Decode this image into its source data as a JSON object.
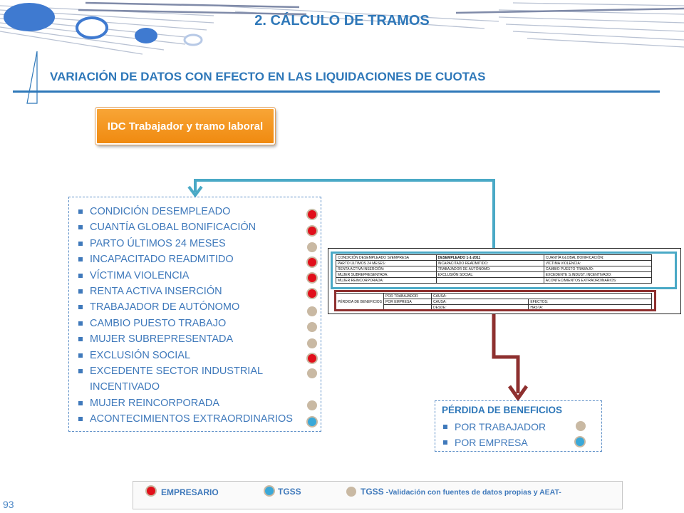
{
  "header": {
    "title": "2. CÁLCULO DE TRAMOS",
    "subtitle": "VARIACIÓN DE DATOS CON EFECTO EN LAS LIQUIDACIONES DE CUOTAS"
  },
  "idc_button": {
    "label": "IDC Trabajador  y tramo laboral"
  },
  "conditions": [
    {
      "label": "CONDICIÓN DESEMPLEADO",
      "dot": "red"
    },
    {
      "label": "CUANTÍA GLOBAL BONIFICACIÓN",
      "dot": "red"
    },
    {
      "label": "PARTO ÚLTIMOS 24 MESES",
      "dot": "tan"
    },
    {
      "label": "INCAPACITADO READMITIDO",
      "dot": "red"
    },
    {
      "label": "VÍCTIMA VIOLENCIA",
      "dot": "red"
    },
    {
      "label": "RENTA ACTIVA INSERCIÓN",
      "dot": "red"
    },
    {
      "label": "TRABAJADOR DE AUTÓNOMO",
      "dot": "tan"
    },
    {
      "label": "CAMBIO PUESTO TRABAJO",
      "dot": "tan"
    },
    {
      "label": "MUJER SUBREPRESENTADA",
      "dot": "tan"
    },
    {
      "label": "EXCLUSIÓN SOCIAL",
      "dot": "red"
    },
    {
      "label": "EXCEDENTE SECTOR INDUSTRIAL INCENTIVADO",
      "dot": "tan"
    },
    {
      "label": "MUJER REINCORPORADA",
      "dot": "tan"
    },
    {
      "label": "ACONTECIMIENTOS EXTRAORDINARIOS",
      "dot": "blue"
    }
  ],
  "form": {
    "rows": [
      [
        "CONDICIÓN DESEMPLEADO SI/EMPRESA",
        "DESEMPLEADO 1-1-2011",
        "CUANTÍA GLOBAL BONIFICACIÓN:"
      ],
      [
        "PARTO ÚLTIMOS 24 MESES:",
        "INCAPACITADO READMITIDO:",
        "VÍCTIMA VIOLENCIA:"
      ],
      [
        "RENTA ACTIVA INSERCIÓN:",
        "TRABAJADOR DE AUTÓNOMO:",
        "CAMBIO PUESTO TRABAJO:"
      ],
      [
        "MUJER SUBREPRESENTADA:",
        "EXCLUSIÓN SOCIAL:",
        "EXCEDENTE S.INDUST. INCENTIVADO:"
      ],
      [
        "MUJER REINCORPORADA:",
        "",
        "ACONTECIMIENTOS EXTRAORDINARIOS:"
      ]
    ],
    "loss_label": "PÉRDIDA DE BENEFICIOS",
    "por_trabajador": "POR TRABAJADOR",
    "por_empresa": "POR EMPRESA",
    "causa": "CAUSA:",
    "efectos": "EFECTOS:",
    "desde": "DESDE:",
    "hasta": "HASTA:"
  },
  "loss": {
    "title": "PÉRDIDA DE BENEFICIOS",
    "items": [
      {
        "label": "POR TRABAJADOR",
        "dot": "tan"
      },
      {
        "label": "POR EMPRESA",
        "dot": "blue"
      }
    ]
  },
  "legend": {
    "empresario": "EMPRESARIO",
    "tgss": "TGSS",
    "tgss_validation_prefix": "TGSS",
    "tgss_validation_suffix": " -Validación con fuentes de datos propias y AEAT-"
  },
  "colors": {
    "red": "#e10f1a",
    "tan": "#c9b9a3",
    "blue": "#3aa8d8",
    "accent": "#2f78b9",
    "orange": "#f39322"
  },
  "page_number": "93"
}
